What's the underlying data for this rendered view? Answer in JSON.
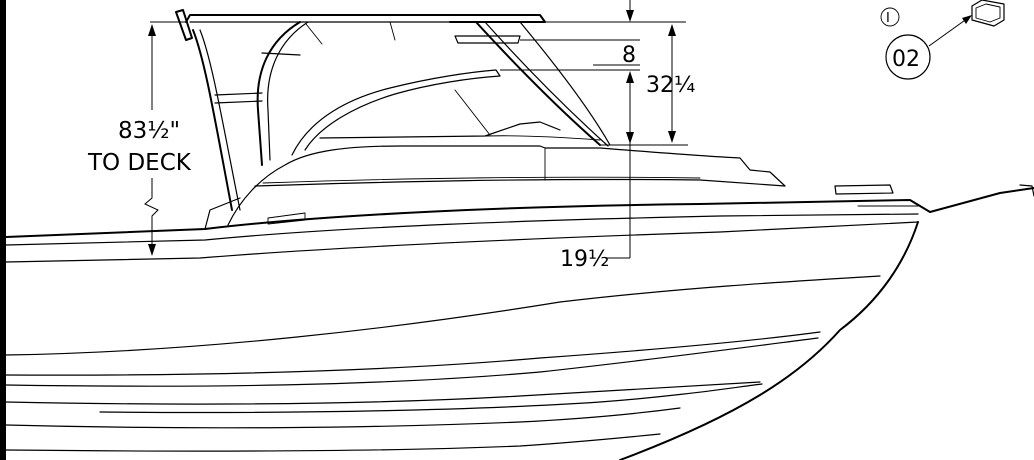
{
  "dimensions": {
    "overall_height": "83½\"",
    "overall_height_note": "TO DECK",
    "top_gap": "8",
    "windshield_to_top": "32¼",
    "deck_to_windshield": "19½"
  },
  "callout": {
    "index": "I",
    "code": "02"
  }
}
